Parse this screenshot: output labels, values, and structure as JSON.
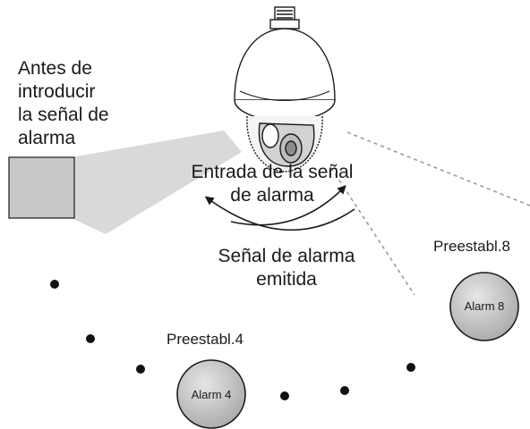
{
  "labels": {
    "before_alarm": [
      "Antes de",
      "introducir",
      "la señal de",
      "alarma"
    ],
    "input_signal": [
      "Entrada de la señal",
      "de alarma"
    ],
    "output_signal": [
      "Señal de alarma",
      "emitida"
    ],
    "preset8": "Preestabl.8",
    "preset4": "Preestabl.4",
    "alarm8": "Alarm 8",
    "alarm4": "Alarm 4"
  },
  "colors": {
    "line": "#1a1a1a",
    "shadow": "#d9d9d9",
    "box_fill": "#c8c8c8",
    "dot": "#111111",
    "circle_fill": "#bdbdbd",
    "dashed": "#9a9a9a"
  }
}
